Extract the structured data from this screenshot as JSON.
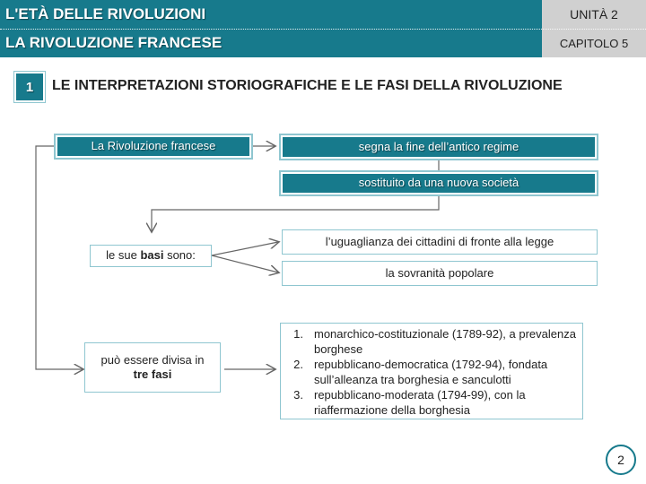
{
  "header": {
    "title": "L'ETÀ DELLE RIVOLUZIONI",
    "unit": "UNITÀ 2",
    "subtitle": "LA RIVOLUZIONE FRANCESE",
    "chapter": "CAPITOLO 5"
  },
  "section": {
    "number": "1",
    "title": "LE INTERPRETAZIONI STORIOGRAFICHE E LE FASI DELLA RIVOLUZIONE"
  },
  "diagram": {
    "root": "La Rivoluzione francese",
    "end_old": "segna la fine dell’antico regime",
    "new_society": "sostituito da una nuova società",
    "bases_label_pre": "le sue ",
    "bases_label_bold": "basi",
    "bases_label_post": " sono:",
    "basis_1": "l’uguaglianza dei cittadini di fronte alla legge",
    "basis_2": "la sovranità popolare",
    "phases_label_pre": "può essere divisa in",
    "phases_label_bold": "tre fasi",
    "phases": [
      {
        "num": "1.",
        "text": "monarchico-costituzionale (1789-92), a prevalenza borghese"
      },
      {
        "num": "2.",
        "text": "repubblicano-democratica (1792-94), fondata sull’alleanza tra borghesia e sanculotti"
      },
      {
        "num": "3.",
        "text": "repubblicano-moderata (1794-99), con la riaffermazione della borghesia"
      }
    ]
  },
  "page_number": "2",
  "colors": {
    "primary": "#177a8c",
    "light_border": "#8fc6d0",
    "header_gray": "#d0d0d0"
  }
}
